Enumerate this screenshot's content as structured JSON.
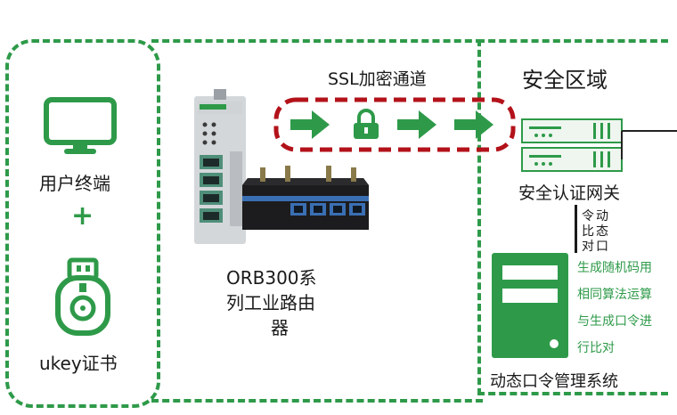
{
  "left_panel": {
    "terminal_label": "用户终端",
    "plus": "+",
    "ukey_label": "ukey证书"
  },
  "router": {
    "label_lines": [
      "ORB300系",
      "列工业路由",
      "器"
    ]
  },
  "tunnel": {
    "label": "SSL加密通道"
  },
  "secure_zone": {
    "title": "安全区域",
    "gateway_label": "安全认证网关",
    "vertical_text": [
      "令动",
      "比态",
      "对口"
    ],
    "server_desc_lines": [
      "生成随机码用",
      "相同算法运算",
      "与生成口令进",
      "行比对"
    ],
    "server_label": "动态口令管理系统"
  },
  "colors": {
    "accent_green": "#2e9a49",
    "tunnel_red": "#b3121a"
  }
}
